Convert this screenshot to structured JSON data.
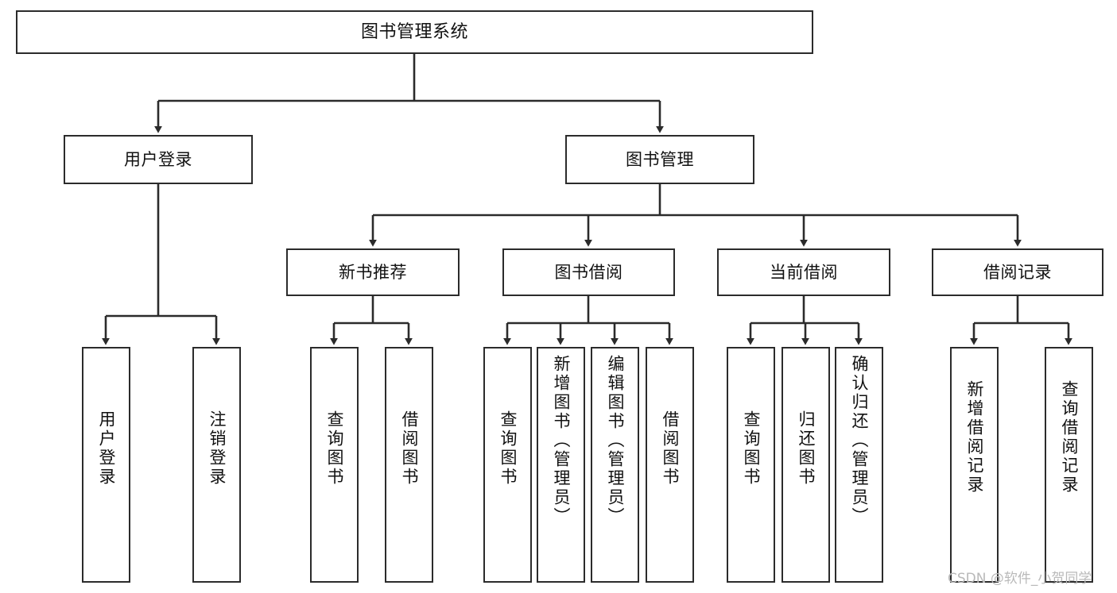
{
  "diagram": {
    "title": "图书管理系统",
    "type": "tree",
    "watermark": "CSDN @软件_小贺同学",
    "colors": {
      "box_border": "#2b2b2b",
      "box_fill": "#ffffff",
      "connector": "#2b2b2b",
      "text": "#111111",
      "watermark": "#b9b9b9",
      "background": "#ffffff"
    },
    "levels": {
      "level1": [
        {
          "id": "root",
          "label": "图书管理系统"
        }
      ],
      "level2": [
        {
          "id": "user-login",
          "label": "用户登录",
          "parent": "root"
        },
        {
          "id": "book-management",
          "label": "图书管理",
          "parent": "root"
        }
      ],
      "level3": [
        {
          "id": "new-book-recommend",
          "label": "新书推荐",
          "parent": "book-management"
        },
        {
          "id": "book-borrow",
          "label": "图书借阅",
          "parent": "book-management"
        },
        {
          "id": "current-borrow",
          "label": "当前借阅",
          "parent": "book-management"
        },
        {
          "id": "borrow-record",
          "label": "借阅记录",
          "parent": "book-management"
        }
      ],
      "leaves": [
        {
          "id": "leaf-user-login",
          "label": "用户登录",
          "parent": "user-login"
        },
        {
          "id": "leaf-user-logout",
          "label": "注销登录",
          "parent": "user-login"
        },
        {
          "id": "leaf-query-book-1",
          "label": "查询图书",
          "parent": "new-book-recommend"
        },
        {
          "id": "leaf-borrow-book-1",
          "label": "借阅图书",
          "parent": "new-book-recommend"
        },
        {
          "id": "leaf-query-book-2",
          "label": "查询图书",
          "parent": "book-borrow"
        },
        {
          "id": "leaf-add-book",
          "label": "新增图书（管理员）",
          "parent": "book-borrow"
        },
        {
          "id": "leaf-edit-book",
          "label": "编辑图书（管理员）",
          "parent": "book-borrow"
        },
        {
          "id": "leaf-borrow-book-2",
          "label": "借阅图书",
          "parent": "book-borrow"
        },
        {
          "id": "leaf-query-book-3",
          "label": "查询图书",
          "parent": "current-borrow"
        },
        {
          "id": "leaf-return-book",
          "label": "归还图书",
          "parent": "current-borrow"
        },
        {
          "id": "leaf-confirm-return",
          "label": "确认归还（管理员）",
          "parent": "current-borrow"
        },
        {
          "id": "leaf-add-record",
          "label": "新增借阅记录",
          "parent": "borrow-record"
        },
        {
          "id": "leaf-query-record",
          "label": "查询借阅记录",
          "parent": "borrow-record"
        }
      ]
    }
  }
}
